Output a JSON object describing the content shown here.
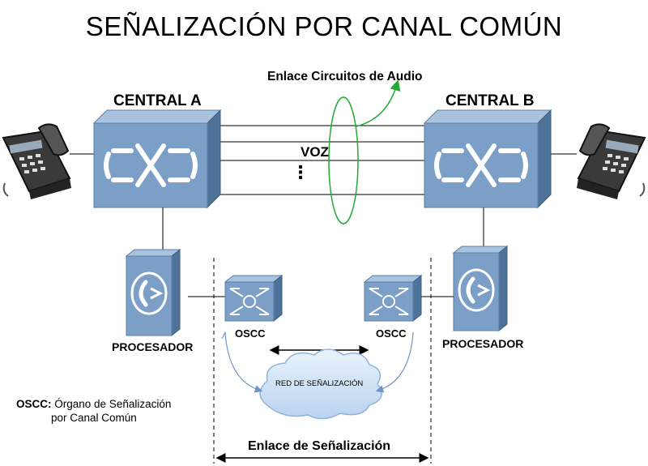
{
  "title": "SEÑALIZACIÓN POR CANAL COMÚN",
  "labels": {
    "central_a": "CENTRAL A",
    "central_b": "CENTRAL B",
    "voz": "VOZ",
    "dots": "⋮",
    "enlace_audio": "Enlace Circuitos de Audio",
    "procesador_a": "PROCESADOR",
    "procesador_b": "PROCESADOR",
    "oscc_a": "OSCC",
    "oscc_b": "OSCC",
    "red": "RED DE SEÑALIZACIÓN",
    "enlace_senal": "Enlace de Señalización"
  },
  "legend": {
    "term": "OSCC:",
    "definition_line1": "Órgano de Señalización",
    "definition_line2": "por Canal Común"
  },
  "colors": {
    "box_front": "#7b9fc6",
    "box_top": "#a9c3df",
    "box_side": "#4f7299",
    "ellipse": "#22aa33",
    "arrow_blue": "#6f95c8",
    "cloud": "#cfe1f5"
  }
}
